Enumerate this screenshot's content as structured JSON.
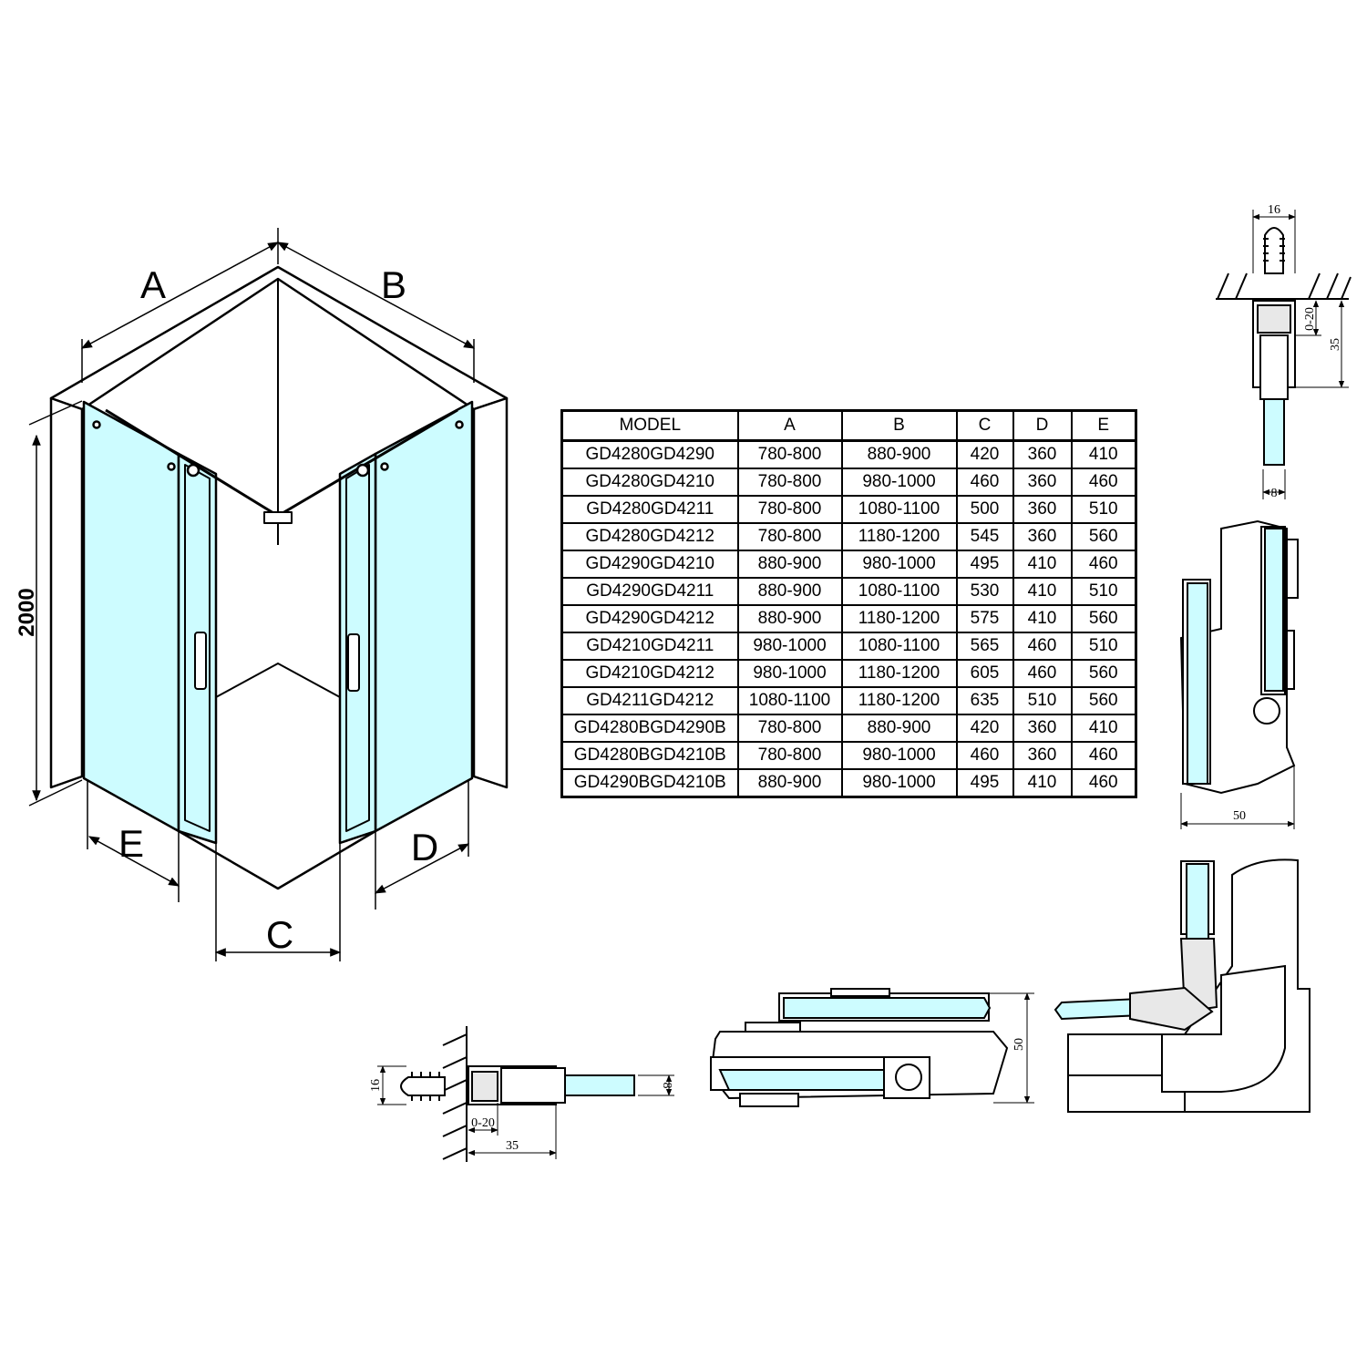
{
  "colors": {
    "glass": "#cdfcff",
    "line": "#000000",
    "wall": "#ffffff",
    "profile": "#e8e8e8"
  },
  "enclosure": {
    "label_a": "A",
    "label_b": "B",
    "label_c": "C",
    "label_d": "D",
    "label_e": "E",
    "height_value": "2000"
  },
  "table": {
    "headers": [
      "MODEL",
      "A",
      "B",
      "C",
      "D",
      "E"
    ],
    "rows": [
      [
        "GD4280GD4290",
        "780-800",
        "880-900",
        "420",
        "360",
        "410"
      ],
      [
        "GD4280GD4210",
        "780-800",
        "980-1000",
        "460",
        "360",
        "460"
      ],
      [
        "GD4280GD4211",
        "780-800",
        "1080-1100",
        "500",
        "360",
        "510"
      ],
      [
        "GD4280GD4212",
        "780-800",
        "1180-1200",
        "545",
        "360",
        "560"
      ],
      [
        "GD4290GD4210",
        "880-900",
        "980-1000",
        "495",
        "410",
        "460"
      ],
      [
        "GD4290GD4211",
        "880-900",
        "1080-1100",
        "530",
        "410",
        "510"
      ],
      [
        "GD4290GD4212",
        "880-900",
        "1180-1200",
        "575",
        "410",
        "560"
      ],
      [
        "GD4210GD4211",
        "980-1000",
        "1080-1100",
        "565",
        "460",
        "510"
      ],
      [
        "GD4210GD4212",
        "980-1000",
        "1180-1200",
        "605",
        "460",
        "560"
      ],
      [
        "GD4211GD4212",
        "1080-1100",
        "1180-1200",
        "635",
        "510",
        "560"
      ],
      [
        "GD4280BGD4290B",
        "780-800",
        "880-900",
        "420",
        "360",
        "410"
      ],
      [
        "GD4280BGD4210B",
        "780-800",
        "980-1000",
        "460",
        "360",
        "460"
      ],
      [
        "GD4290BGD4210B",
        "880-900",
        "980-1000",
        "495",
        "410",
        "460"
      ]
    ]
  },
  "detail_top": {
    "width": "16",
    "adjust": "0-20",
    "depth": "35",
    "glass": "8"
  },
  "detail_side": {
    "width": "50"
  },
  "detail_bottom": {
    "height": "16",
    "adjust": "0-20",
    "depth": "35",
    "glass": "8"
  },
  "detail_rail": {
    "height": "50"
  }
}
